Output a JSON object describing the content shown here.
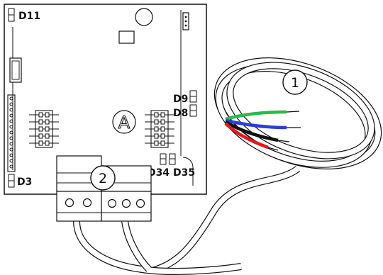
{
  "labels": {
    "d11": "D11",
    "d9": "D9",
    "d8": "D8",
    "d34": "D34",
    "d35": "D35",
    "d3": "D3",
    "board_mark": "A"
  },
  "callouts": {
    "cable": "1",
    "connector": "2"
  },
  "wire_colors": {
    "green": "#2db84a",
    "blue": "#2a3fd6",
    "red": "#e0191b",
    "black": "#111111"
  }
}
